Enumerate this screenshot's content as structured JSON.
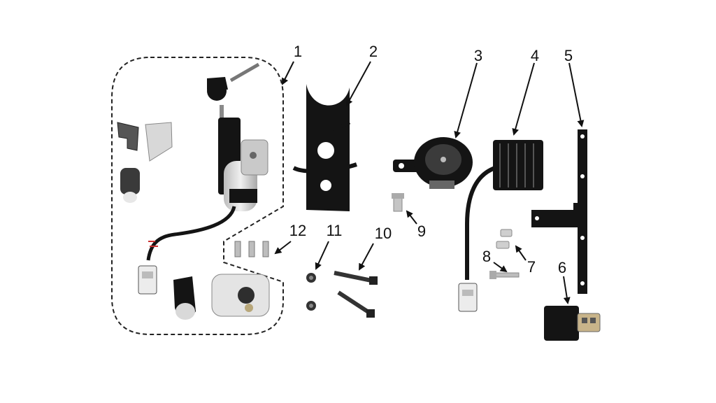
{
  "callouts": {
    "c1": "1",
    "c2": "2",
    "c3": "3",
    "c4": "4",
    "c5": "5",
    "c6": "6",
    "c7": "7",
    "c8": "8",
    "c9": "9",
    "c10": "10",
    "c11": "11",
    "c12": "12"
  },
  "icons": {
    "ignition": "ignition-switch-assembly-icon",
    "bracket": "mounting-bracket-icon",
    "horn": "horn-icon",
    "regulator": "voltage-regulator-icon",
    "strip": "flat-bar-bracket-icon",
    "relay": "relay-icon"
  },
  "colors": {
    "part_black": "#141414",
    "part_grey": "#9a9a9a",
    "metal_light": "#d7d7d7",
    "outline": "#222222",
    "background": "#ffffff"
  }
}
